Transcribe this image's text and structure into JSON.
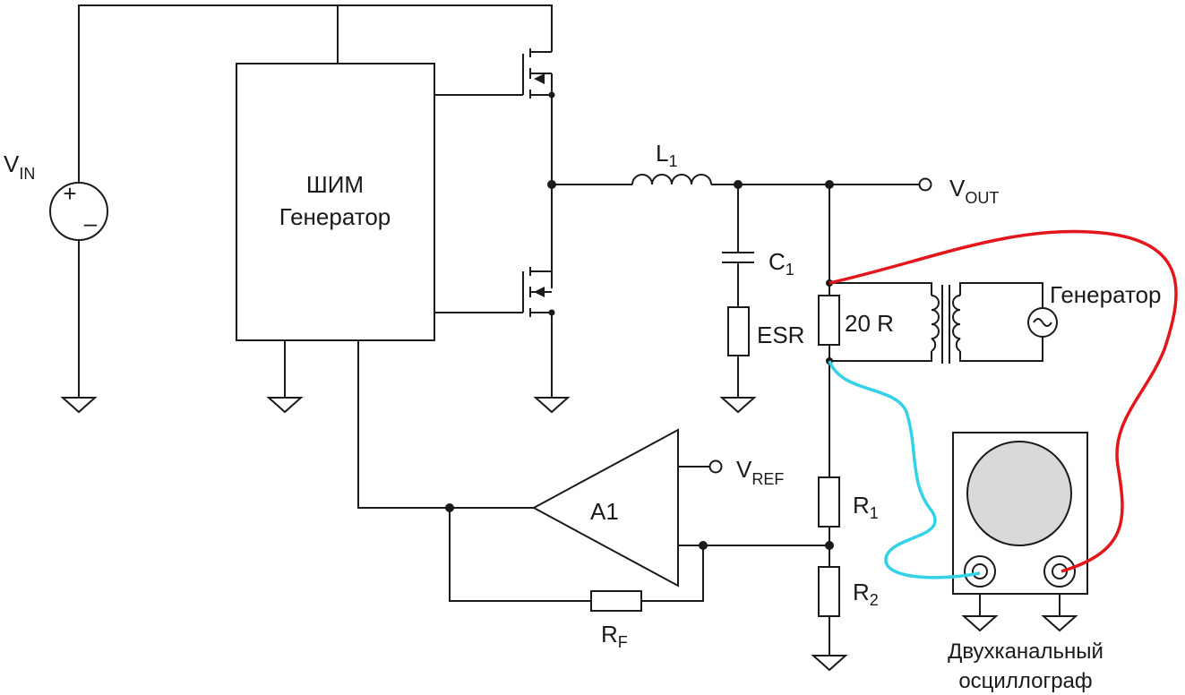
{
  "colors": {
    "wire": "#1a1a1a",
    "red_probe": "#e4161b",
    "cyan_probe": "#33d2e8",
    "screen": "#d9d9d9"
  },
  "labels": {
    "vin": {
      "main": "V",
      "sub": "IN"
    },
    "vin_plus": "+",
    "vin_minus": "–",
    "pwm_line1": "ШИМ",
    "pwm_line2": "Генератор",
    "l1": {
      "main": "L",
      "sub": "1"
    },
    "vout": {
      "main": "V",
      "sub": "OUT"
    },
    "c1": {
      "main": "C",
      "sub": "1"
    },
    "esr": "ESR",
    "r20": "20 R",
    "generator": "Генератор",
    "vref": {
      "main": "V",
      "sub": "REF"
    },
    "a1": "A1",
    "r1": {
      "main": "R",
      "sub": "1"
    },
    "r2": {
      "main": "R",
      "sub": "2"
    },
    "rf": {
      "main": "R",
      "sub": "F"
    },
    "osc_line1": "Двухканальный",
    "osc_line2": "осциллограф"
  }
}
